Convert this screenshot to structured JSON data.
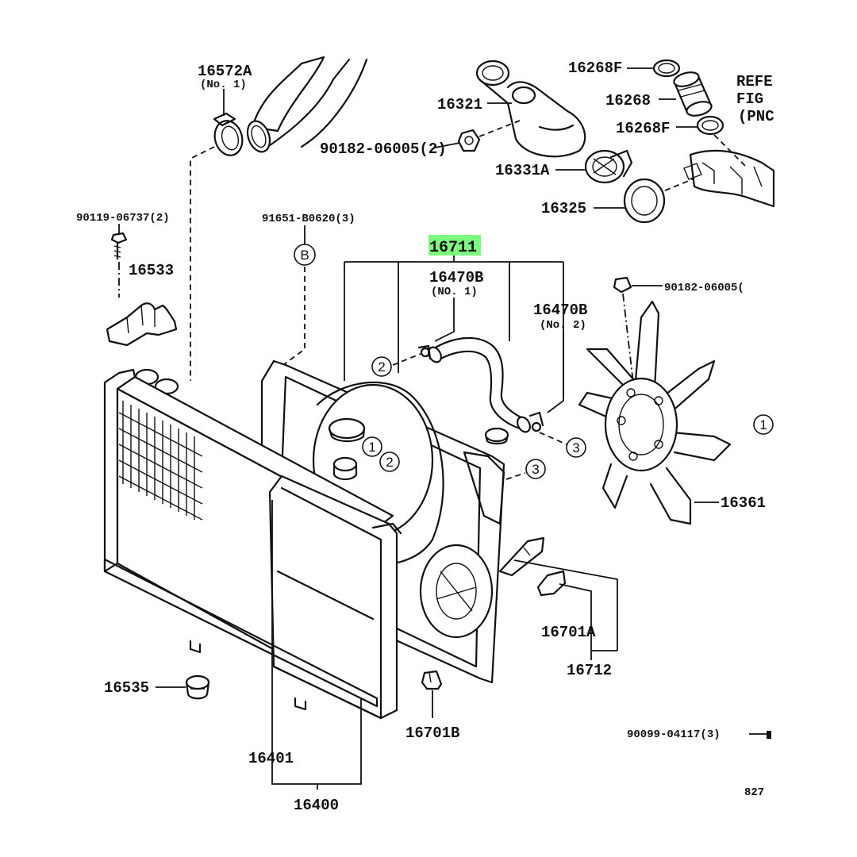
{
  "highlight_color": "#7CFC7C",
  "part_labels": {
    "p16572A": "16572A",
    "p16572A_sub": "(No. 1)",
    "p16321": "16321",
    "p90182_06005_2": "90182-06005(2)",
    "p16268F_top": "16268F",
    "p16268": "16268",
    "p16268F_bottom": "16268F",
    "p16331A": "16331A",
    "p16325": "16325",
    "ref_line1": "REFE",
    "ref_line2": "FIG",
    "ref_line3": "(PNC",
    "p90119_06737_2": "90119-06737(2)",
    "p91651_B0620_3": "91651-B0620(3)",
    "p16533": "16533",
    "p16711": "16711",
    "p16470B_1": "16470B",
    "p16470B_1_sub": "(NO. 1)",
    "p16470B_2": "16470B",
    "p16470B_2_sub": "(No. 2)",
    "p90182_06005_right": "90182-06005(",
    "p16361": "16361",
    "p16701A": "16701A",
    "p16712": "16712",
    "p16535": "16535",
    "p16701B": "16701B",
    "p90099_04117_3": "90099-04117(3)",
    "p16401": "16401",
    "p16400": "16400",
    "p827": "827"
  },
  "callouts": {
    "B": "B",
    "one": "1",
    "two": "2",
    "three": "3"
  }
}
